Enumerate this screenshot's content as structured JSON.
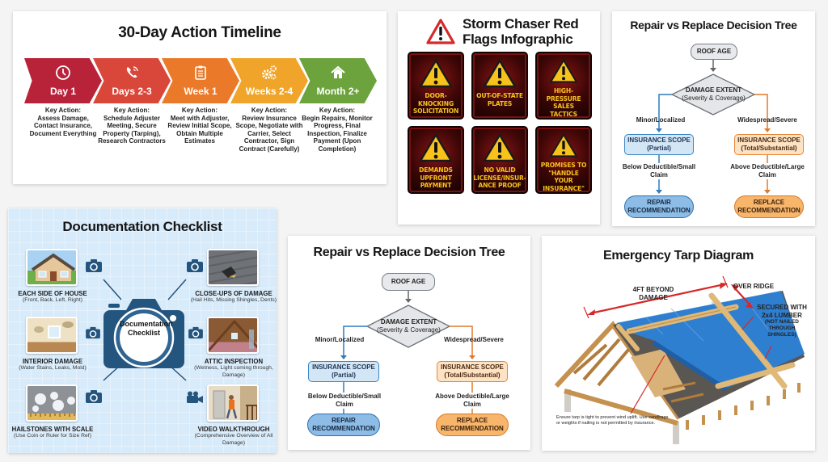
{
  "timeline": {
    "title": "30-Day Action Timeline",
    "steps": [
      {
        "label": "Day 1",
        "icon": "clock-icon",
        "glyph": "⏰",
        "color": "#b8233a",
        "action_heading": "Key Action:",
        "action": "Assess Damage, Contact Insurance, Document Everything"
      },
      {
        "label": "Days 2-3",
        "icon": "phone-icon",
        "glyph": "☎",
        "color": "#d9473a",
        "action_heading": "Key Action:",
        "action": "Schedule Adjuster Meeting, Secure Property (Tarping), Research Contractors"
      },
      {
        "label": "Week 1",
        "icon": "clipboard-icon",
        "glyph": "☰",
        "color": "#ea7a2a",
        "action_heading": "Key Action:",
        "action": "Meet with Adjuster, Review Initial Scope, Obtain Multiple Estimates"
      },
      {
        "label": "Weeks 2-4",
        "icon": "gears-icon",
        "glyph": "⚙",
        "color": "#f0a52a",
        "action_heading": "Key Action:",
        "action": "Review Insurance Scope, Negotiate with Carrier, Select Contractor, Sign Contract (Carefully)"
      },
      {
        "label": "Month 2+",
        "icon": "house-icon",
        "glyph": "⌂",
        "color": "#6ca33c",
        "action_heading": "Key Action:",
        "action": "Begin Repairs, Monitor Progress, Final Inspection, Finalize Payment (Upon Completion)"
      }
    ]
  },
  "storm": {
    "title_line1": "Storm Chaser Red",
    "title_line2": "Flags Infographic",
    "flags": [
      "DOOR-KNOCKING SOLICITATION",
      "OUT-OF-STATE PLATES",
      "HIGH-PRESSURE SALES TACTICS",
      "DEMANDS UPFRONT PAYMENT",
      "NO VALID LICENSE/INSUR-ANCE PROOF",
      "PROMISES TO \"HANDLE YOUR INSURANCE\""
    ]
  },
  "decision_tree": {
    "title": "Repair vs Replace Decision Tree",
    "root": "ROOF AGE",
    "decision": "DAMAGE EXTENT",
    "decision_sub": "(Severity & Coverage)",
    "left_branch": "Minor/Localized",
    "right_branch": "Widespread/Severe",
    "left_scope": "INSURANCE SCOPE",
    "left_scope_sub": "(Partial)",
    "right_scope": "INSURANCE SCOPE",
    "right_scope_sub": "(Total/Substantial)",
    "left_claim": "Below Deductible/Small Claim",
    "right_claim": "Above Deductible/Large Claim",
    "left_result_1": "REPAIR",
    "left_result_2": "RECOMMENDATION",
    "right_result_1": "REPLACE",
    "right_result_2": "RECOMMENDATION"
  },
  "docs": {
    "title": "Documentation Checklist",
    "center": "Documentation Checklist",
    "items": [
      {
        "label": "EACH SIDE OF HOUSE",
        "sub": "(Front, Back, Left, Right)"
      },
      {
        "label": "INTERIOR DAMAGE",
        "sub": "(Water Stains, Leaks, Mold)"
      },
      {
        "label": "HAILSTONES WITH SCALE",
        "sub": "(Use Coin or Ruler for Size Ref)"
      },
      {
        "label": "CLOSE-UPS OF DAMAGE",
        "sub": "(Hail Hits, Missing Shingles, Dents)"
      },
      {
        "label": "ATTIC INSPECTION",
        "sub": "(Wetness, Light coming through, Damage)"
      },
      {
        "label": "VIDEO WALKTHROUGH",
        "sub": "(Comprehensive Overview of All Damage)"
      }
    ]
  },
  "tarp": {
    "title": "Emergency Tarp Diagram",
    "beyond": "4FT BEYOND DAMAGE",
    "ridge": "OVER RIDGE",
    "secured": "SECURED WITH 2x4 LUMBER",
    "secured_sub": "(NOT NAILED THROUGH SHINGLES)",
    "note": "Ensure tarp is tight to prevent wind uplift. Use sandbags or weights if nailing is not permitted by insurance."
  }
}
